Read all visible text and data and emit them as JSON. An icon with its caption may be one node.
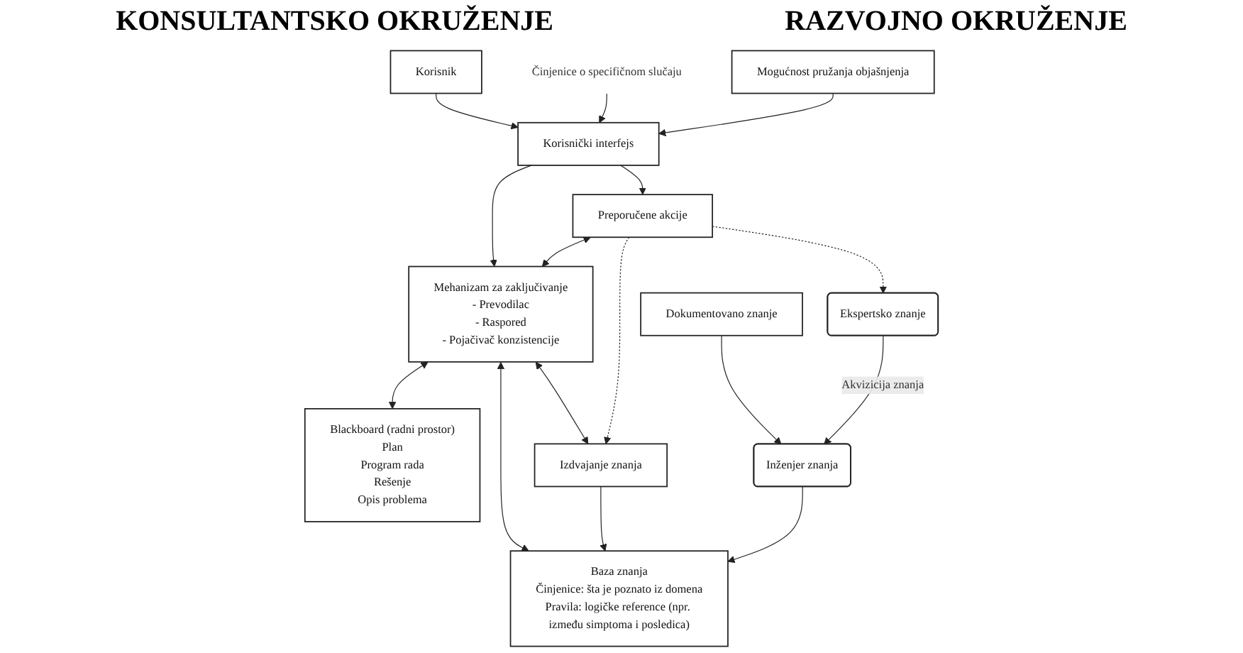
{
  "diagram": {
    "nodes": [
      {
        "text": [
          "Korisnik"
        ]
      },
      {
        "text": [
          "Činjenice o specifičnom slučaju"
        ]
      },
      {
        "text": [
          "Korisnički interfejs"
        ]
      },
      {
        "text": [
          "Mogućnost pružanja objašnjenja"
        ]
      },
      {
        "text": [
          "Preporučene akcije"
        ]
      },
      {
        "text": [
          "Mehanizam za zaključivanje",
          "- Prevodilac",
          "- Raspored",
          "- Pojačivač konzistencije"
        ]
      },
      {
        "text": [
          "Blackboard (radni prostor)",
          "Plan",
          "Program rada",
          "Rešenje",
          "Opis problema"
        ]
      },
      {
        "text": [
          "Baza znanja",
          "Činjenice: šta je poznato iz domena",
          "Pravila: logičke reference (npr. između simptoma i posledica)"
        ]
      },
      {
        "text": [
          "Inženjer znanja"
        ]
      },
      {
        "text": [
          "Dokumentovano znanje"
        ]
      },
      {
        "text": [
          "Ekspertsko znanje"
        ]
      },
      {
        "text": [
          "Izdvajanje znanja"
        ]
      }
    ],
    "edges": [
      {
        "from": 0,
        "to": 2,
        "arrow": "to"
      },
      {
        "from": 1,
        "to": 2,
        "arrow": "to"
      },
      {
        "from": 3,
        "to": 2,
        "arrow": "to"
      },
      {
        "from": 2,
        "to": 4,
        "arrow": "to"
      },
      {
        "from": 2,
        "to": 5,
        "arrow": "to"
      },
      {
        "from": 4,
        "to": 5,
        "arrow": "both"
      },
      {
        "from": 5,
        "to": 6,
        "arrow": "both"
      },
      {
        "from": 5,
        "to": 7,
        "arrow": "both"
      },
      {
        "from": 5,
        "to": 11,
        "arrow": "both"
      },
      {
        "from": 11,
        "to": 7,
        "arrow": "to"
      },
      {
        "from": 8,
        "to": 7,
        "arrow": "to"
      },
      {
        "from": 9,
        "to": 8,
        "arrow": "to"
      },
      {
        "from": 10,
        "to": 8,
        "arrow": "to",
        "label": "Akvizicija znanja"
      },
      {
        "from": 4,
        "to": 11,
        "arrow": "to",
        "style": "dashed"
      },
      {
        "from": 4,
        "to": 10,
        "arrow": "to",
        "style": "dashed"
      }
    ],
    "labels": [
      "KONSULTANTSKO OKRUŽENJE",
      "RAZVOJNO OKRUŽENJE"
    ]
  }
}
